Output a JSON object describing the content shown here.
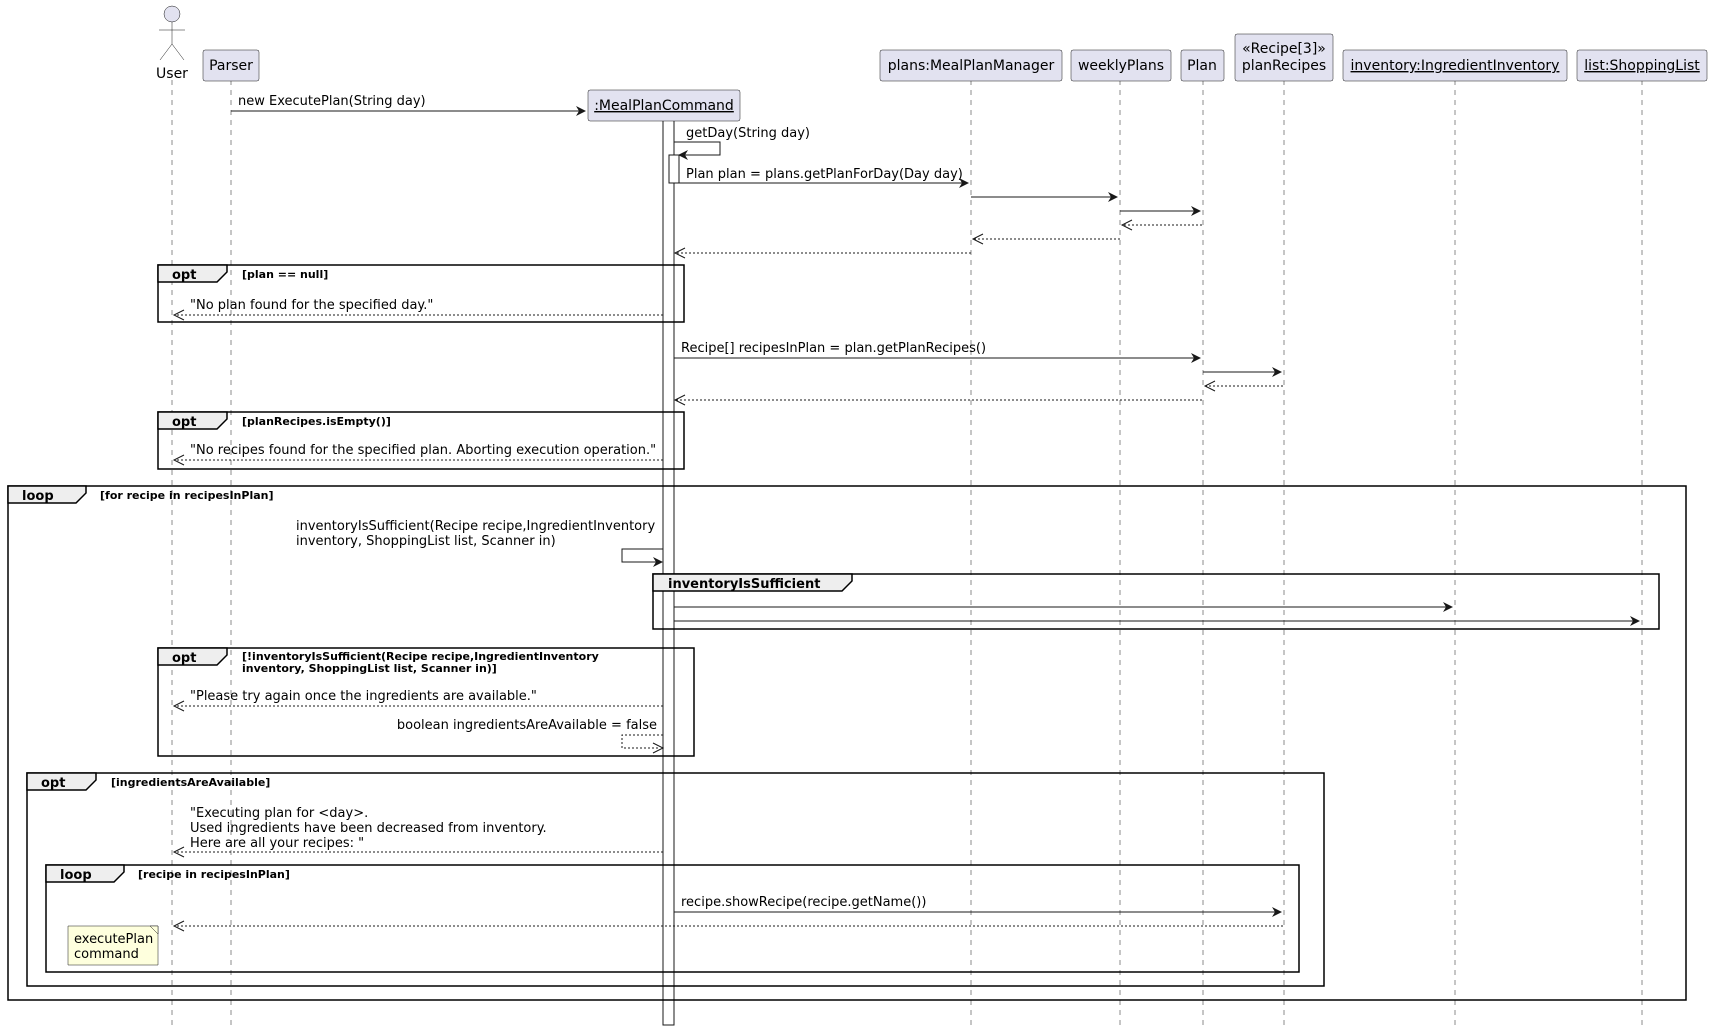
{
  "participants": {
    "user": "User",
    "parser": "Parser",
    "meal_plan_command": ":MealPlanCommand",
    "meal_plan_manager": "plans:MealPlanManager",
    "weekly_plans": "weeklyPlans",
    "plan": "Plan",
    "plan_recipes_stereotype": "«Recipe[3]»",
    "plan_recipes": "planRecipes",
    "ingredient_inventory": "inventory:IngredientInventory",
    "shopping_list": "list:ShoppingList"
  },
  "messages": {
    "create_command": "new ExecutePlan(String day)",
    "get_day": "getDay(String day)",
    "get_plan_for_day": "Plan plan = plans.getPlanForDay(Day day)",
    "no_plan_found": "\"No plan found for the specified day.\"",
    "get_plan_recipes": "Recipe[] recipesInPlan = plan.getPlanRecipes()",
    "no_recipes_found": "\"No recipes found for the specified plan. Aborting execution operation.\"",
    "inventory_check_line1": "inventoryIsSufficient(Recipe recipe,IngredientInventory",
    "inventory_check_line2": "inventory, ShoppingList list, Scanner in)",
    "try_again": "\"Please try again once the ingredients are available.\"",
    "set_unavailable": "boolean ingredientsAreAvailable = false",
    "executing_line1": "\"Executing plan for <day>.",
    "executing_line2": "Used ingredients have been decreased from inventory.",
    "executing_line3": "Here are all your recipes: \"",
    "show_recipe": "recipe.showRecipe(recipe.getName())"
  },
  "fragments": {
    "opt_plan_null": {
      "keyword": "opt",
      "guard": "[plan == null]"
    },
    "opt_recipes_empty": {
      "keyword": "opt",
      "guard": "[planRecipes.isEmpty()]"
    },
    "loop_recipes": {
      "keyword": "loop",
      "guard": "[for recipe in recipesInPlan]"
    },
    "group_inventory": {
      "keyword": "inventoryIsSufficient"
    },
    "opt_insufficient": {
      "keyword": "opt",
      "guard_line1": "[!inventoryIsSufficient(Recipe recipe,IngredientInventory",
      "guard_line2": "inventory, ShoppingList list, Scanner in)]"
    },
    "opt_available": {
      "keyword": "opt",
      "guard": "[ingredientsAreAvailable]"
    },
    "loop_show": {
      "keyword": "loop",
      "guard": "[recipe in recipesInPlan]"
    }
  },
  "note": {
    "line1": "executePlan",
    "line2": "command"
  },
  "colors": {
    "participant_fill": "#e2e2f0",
    "note_fill": "#feffdd",
    "tab_fill": "#eeeeee",
    "line": "#181818"
  }
}
